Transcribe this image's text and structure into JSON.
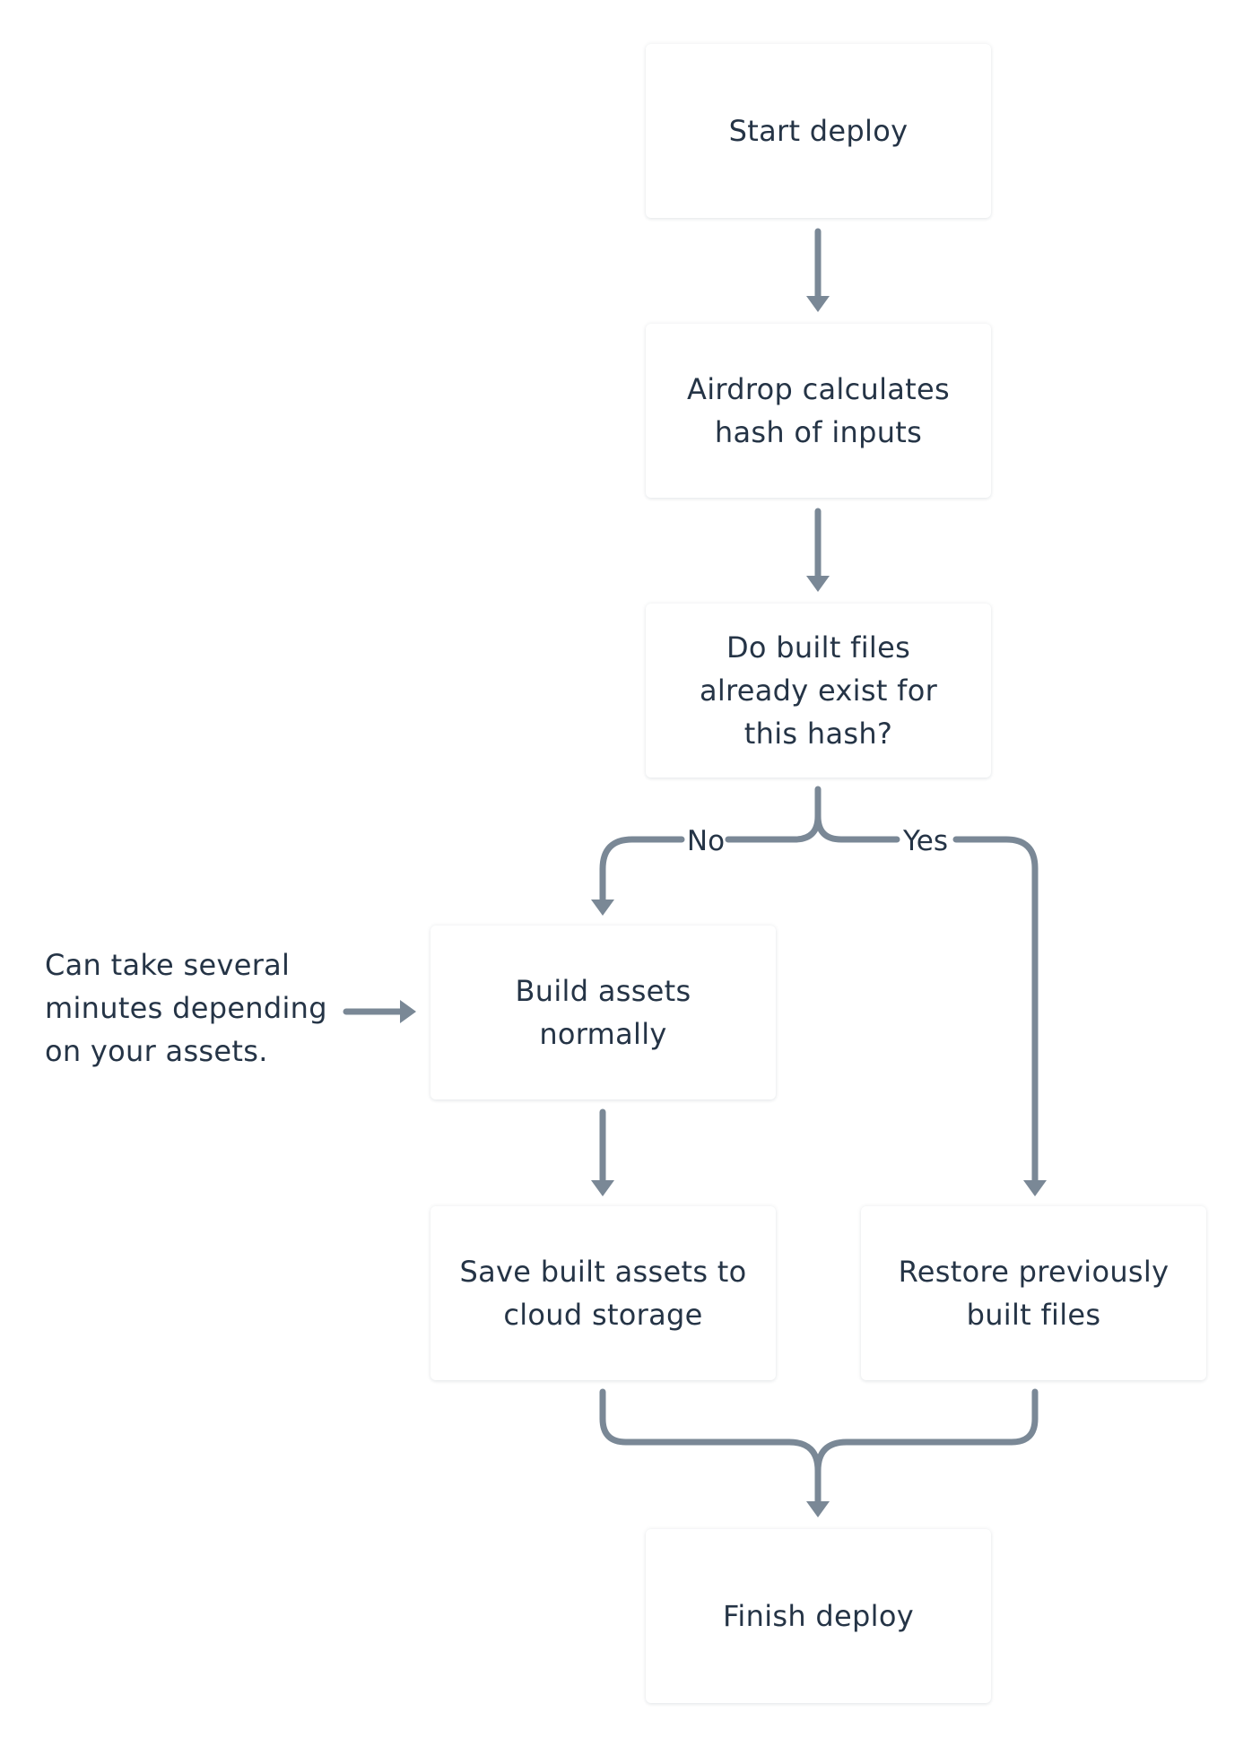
{
  "nodes": {
    "start": "Start deploy",
    "hash": "Airdrop calculates hash of inputs",
    "decision": "Do built files already exist for this hash?",
    "build": "Build assets normally",
    "save": "Save built assets to cloud storage",
    "restore": "Restore previously built files",
    "finish": "Finish deploy"
  },
  "edges": {
    "no_label": "No",
    "yes_label": "Yes"
  },
  "note": "Can take several minutes depending on your assets.",
  "colors": {
    "connector": "#7a8896",
    "text": "#253446",
    "box": "#ffffff"
  }
}
